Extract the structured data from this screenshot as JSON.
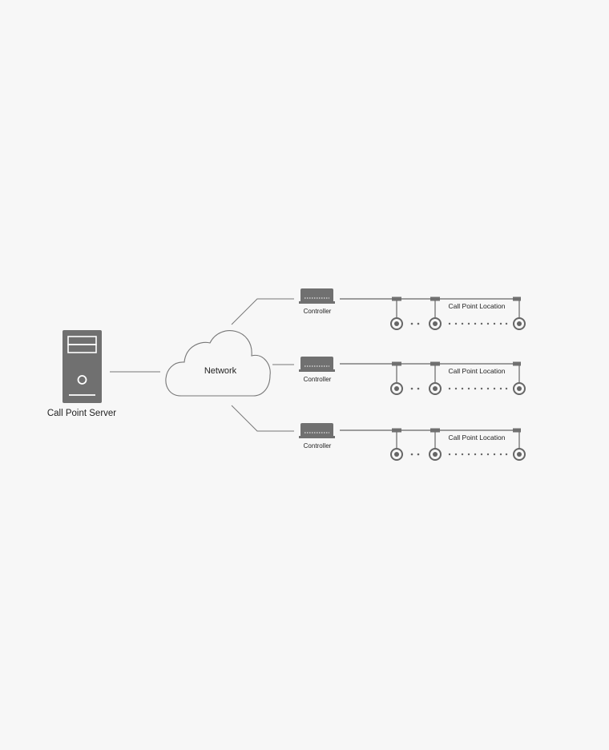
{
  "server": {
    "label": "Call Point Server"
  },
  "network": {
    "label": "Network"
  },
  "controllers": [
    {
      "label": "Controller",
      "location_label": "Call Point Location"
    },
    {
      "label": "Controller",
      "location_label": "Call Point Location"
    },
    {
      "label": "Controller",
      "location_label": "Call Point Location"
    }
  ],
  "colors": {
    "device": "#707070",
    "line": "#777777",
    "background": "#f7f7f7"
  }
}
